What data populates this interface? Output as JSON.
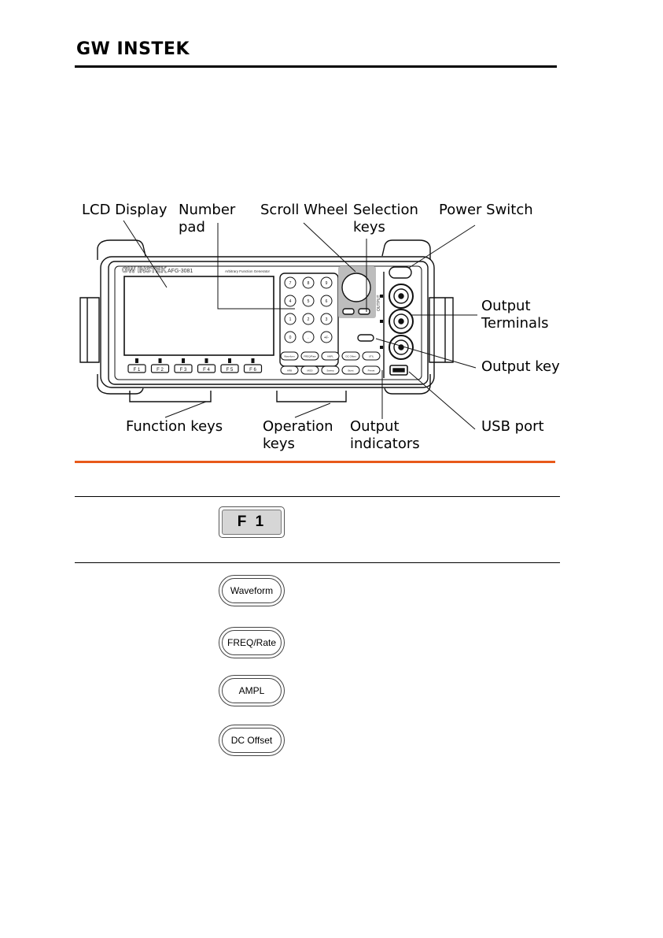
{
  "header": {
    "logo_text": "GW INSTEK"
  },
  "diagram": {
    "model": "AFG-3081",
    "subtitle": "Arbitrary Function Generator",
    "callouts_top": {
      "lcd": "LCD Display",
      "number_1": "Number",
      "number_2": "pad",
      "scroll": "Scroll Wheel",
      "selection_1": "Selection",
      "selection_2": "keys",
      "power": "Power Switch"
    },
    "callouts_right": {
      "output_terminals_1": "Output",
      "output_terminals_2": "Terminals",
      "output_key": "Output key",
      "usb": "USB port"
    },
    "callouts_bottom": {
      "function_keys": "Function keys",
      "operation_1": "Operation",
      "operation_2": "keys",
      "indicators_1": "Output",
      "indicators_2": "indicators"
    },
    "softkeys": [
      "F 1",
      "F 2",
      "F 3",
      "F 4",
      "F 5",
      "F 6"
    ],
    "numpad": [
      "7",
      "8",
      "9",
      "4",
      "5",
      "6",
      "1",
      "2",
      "3",
      "0",
      ".",
      "+/-"
    ],
    "op_keys_row1": [
      "Waveform",
      "FREQ/Rate",
      "AMPL",
      "DC Offset",
      "UTIL"
    ],
    "op_keys_row2": [
      "ARB",
      "MOD",
      "Sweep",
      "Burst",
      "Preset"
    ],
    "output_label": "OUTPUT",
    "colors": {
      "accent_rule": "#e85a1a",
      "panel": "#ffffff",
      "stroke": "#111111",
      "gray_panel": "#bdbdbd"
    }
  },
  "key_list": {
    "function_key": "F 1",
    "operation_keys": [
      "Waveform",
      "FREQ/Rate",
      "AMPL",
      "DC Offset"
    ]
  }
}
